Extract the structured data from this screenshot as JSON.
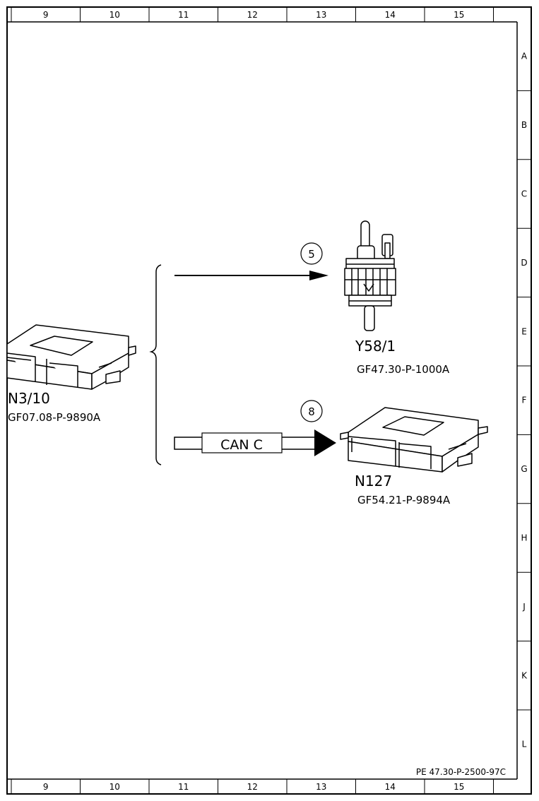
{
  "frame": {
    "columns": [
      "9",
      "10",
      "11",
      "12",
      "13",
      "14",
      "15"
    ],
    "rows": [
      "A",
      "B",
      "C",
      "D",
      "E",
      "F",
      "G",
      "H",
      "J",
      "K",
      "L"
    ]
  },
  "components": {
    "n3_10": {
      "id": "N3/10",
      "ref": "GF07.08-P-9890A"
    },
    "y58_1": {
      "id": "Y58/1",
      "ref": "GF47.30-P-1000A"
    },
    "n127": {
      "id": "N127",
      "ref": "GF54.21-P-9894A"
    }
  },
  "connections": {
    "signal_5": {
      "number": "5"
    },
    "signal_8": {
      "number": "8",
      "bus_label": "CAN C"
    }
  },
  "document_ref": "PE 47.30-P-2500-97C"
}
